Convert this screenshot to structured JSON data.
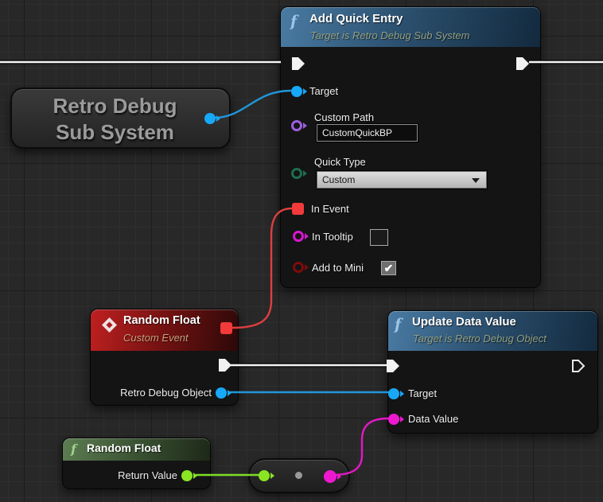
{
  "graph": {
    "add_quick_entry": {
      "icon": "f",
      "title": "Add Quick Entry",
      "subtitle": "Target is Retro Debug Sub System",
      "pins": {
        "target": "Target",
        "custom_path": "Custom Path",
        "custom_path_value": "CustomQuickBP",
        "quick_type": "Quick Type",
        "quick_type_value": "Custom",
        "in_event": "In Event",
        "in_tooltip": "In Tooltip",
        "add_to_mini": "Add to Mini",
        "add_to_mini_check": "✔"
      }
    },
    "retro_var": {
      "line1": "Retro Debug",
      "line2": "Sub System"
    },
    "random_event": {
      "title": "Random Float",
      "subtitle": "Custom Event",
      "pins": {
        "retro_debug_object": "Retro Debug Object"
      }
    },
    "update_data": {
      "icon": "f",
      "title": "Update Data Value",
      "subtitle": "Target is Retro Debug Object",
      "pins": {
        "target": "Target",
        "data_value": "Data Value"
      }
    },
    "random_pure": {
      "icon": "f",
      "title": "Random Float",
      "pins": {
        "return_value": "Return Value"
      }
    }
  },
  "colors": {
    "exec_pin": "#ffffff",
    "object_pin": "#18a8f8",
    "string_pin": "#ee18d0",
    "text_pin": "#d816d0",
    "float_pin": "#8ae522",
    "bool_pin": "#7e0b0b",
    "enum_pin": "#1d6e4e",
    "name_pin": "#9e5fe0",
    "delegate_pin": "#f23a3a",
    "header_function": "#3f6f95",
    "header_event": "#b01c1c",
    "header_pure": "#5b7b50",
    "background": "#282828"
  }
}
